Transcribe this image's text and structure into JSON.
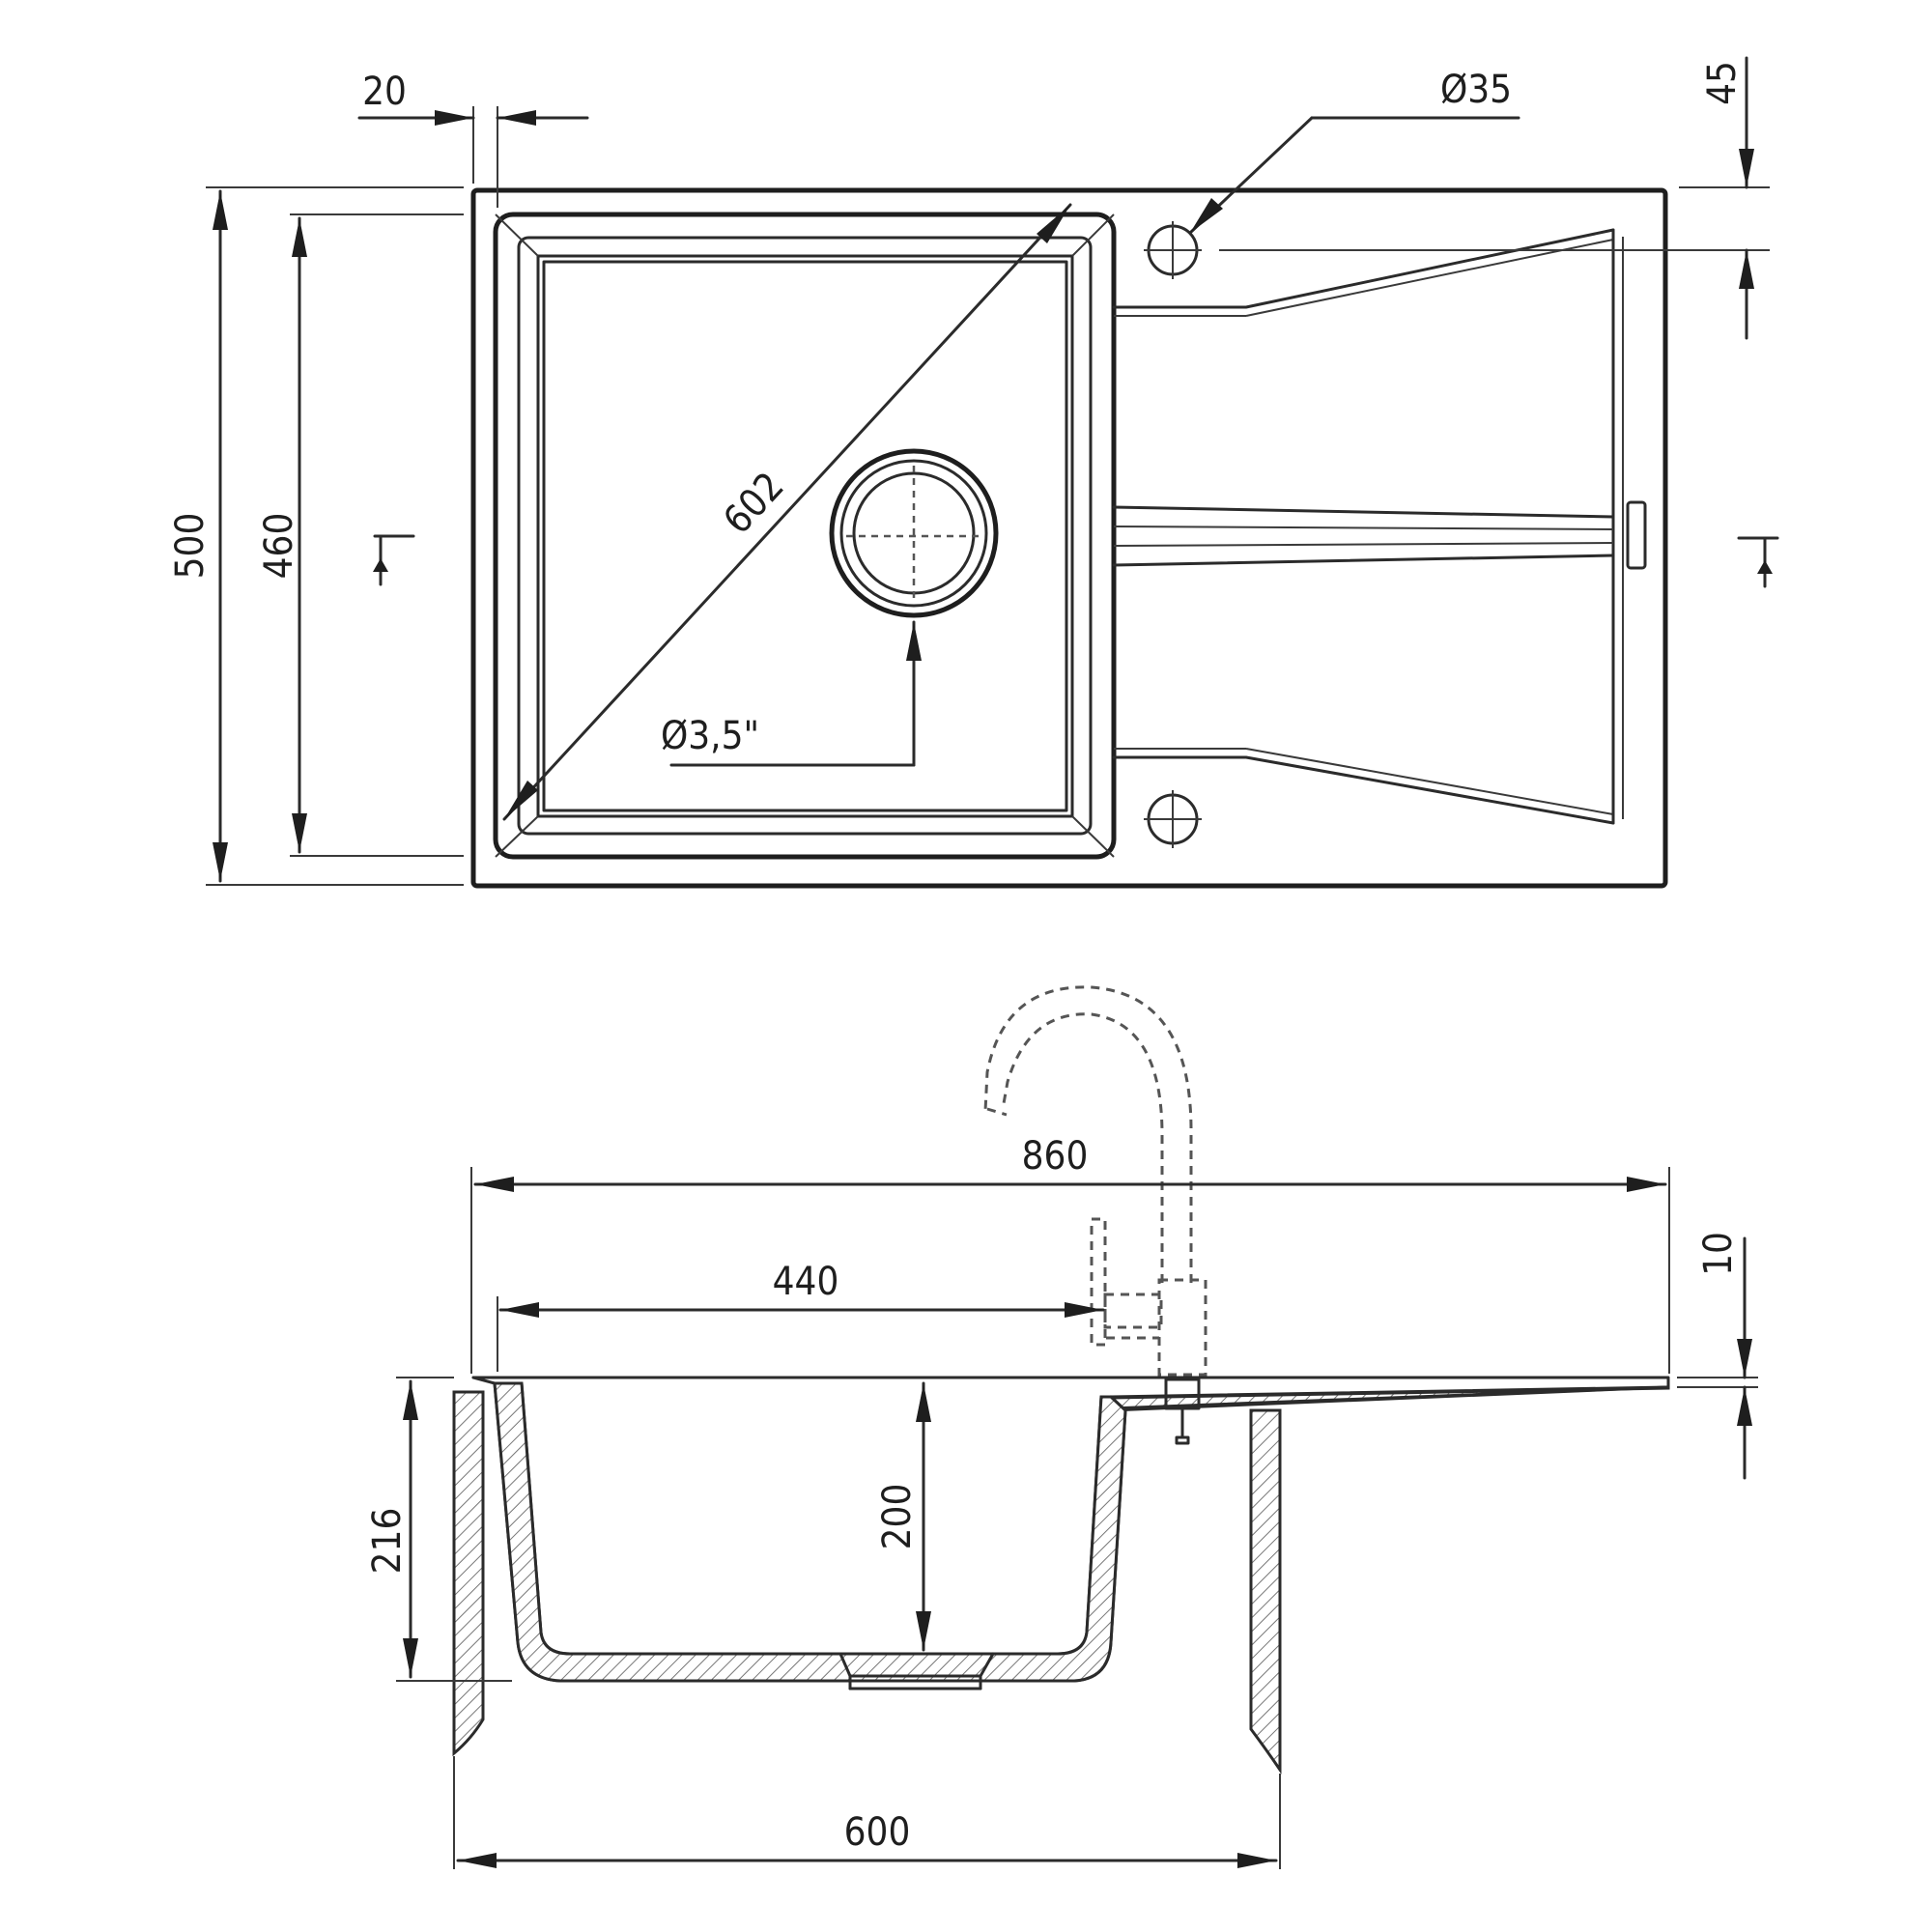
{
  "top_view": {
    "overall_depth": "500",
    "bowl_depth": "460",
    "rim_offset": "20",
    "bowl_diagonal": "602",
    "tap_hole": "Ø35",
    "tap_hole_offset": "45",
    "drain": "Ø3,5\""
  },
  "side_view": {
    "overall_width": "860",
    "bowl_width": "440",
    "bowl_inner_depth": "200",
    "overall_height": "216",
    "deck_thickness": "10",
    "cabinet_width": "600"
  }
}
